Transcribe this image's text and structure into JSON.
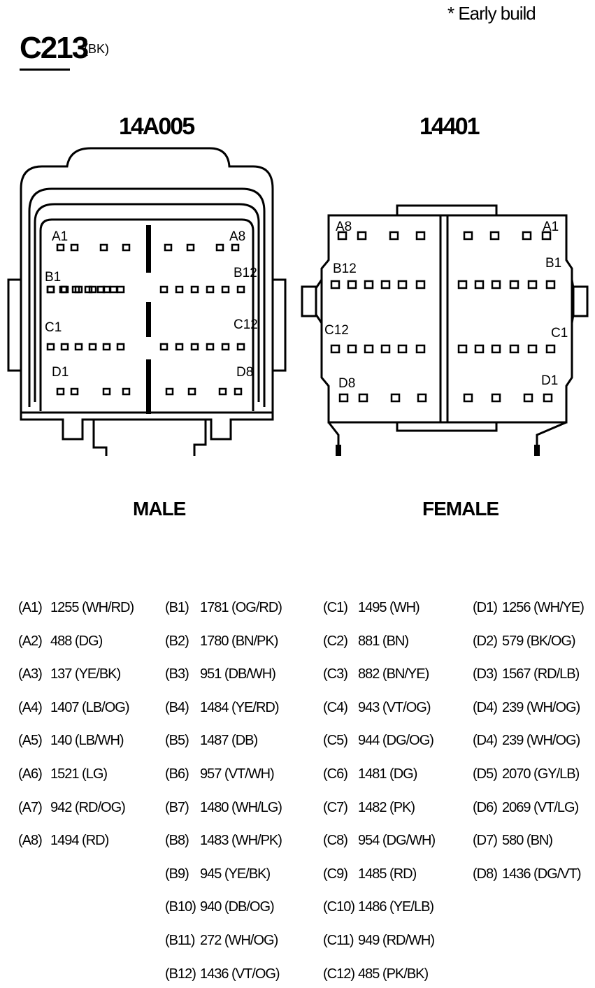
{
  "note": "* Early build",
  "connector": {
    "id": "C213",
    "color": "(BK)"
  },
  "views": {
    "male": {
      "part_number": "14A005",
      "label": "MALE"
    },
    "female": {
      "part_number": "14401",
      "label": "FEMALE"
    }
  },
  "face_labels": {
    "male": [
      "A1",
      "A8",
      "B1",
      "B12",
      "C1",
      "C12",
      "D1",
      "D8"
    ],
    "female": [
      "A8",
      "A1",
      "B12",
      "B1",
      "C12",
      "C1",
      "D8",
      "D1"
    ]
  },
  "pinout": {
    "A": [
      [
        "(A1)",
        "1255 (WH/RD)"
      ],
      [
        "(A2)",
        "488 (DG)"
      ],
      [
        "(A3)",
        "137 (YE/BK)"
      ],
      [
        "(A4)",
        "1407 (LB/OG)"
      ],
      [
        "(A5)",
        "140 (LB/WH)"
      ],
      [
        "(A6)",
        "1521 (LG)"
      ],
      [
        "(A7)",
        "942 (RD/OG)"
      ],
      [
        "(A8)",
        "1494 (RD)"
      ]
    ],
    "B": [
      [
        "(B1)",
        "1781 (OG/RD)"
      ],
      [
        "(B2)",
        "1780 (BN/PK)"
      ],
      [
        "(B3)",
        "951 (DB/WH)"
      ],
      [
        "(B4)",
        "1484 (YE/RD)"
      ],
      [
        "(B5)",
        "1487 (DB)"
      ],
      [
        "(B6)",
        "957 (VT/WH)"
      ],
      [
        "(B7)",
        "1480 (WH/LG)"
      ],
      [
        "(B8)",
        "1483 (WH/PK)"
      ],
      [
        "(B9)",
        "945 (YE/BK)"
      ],
      [
        "(B10)",
        "940 (DB/OG)"
      ],
      [
        "(B11)",
        "272 (WH/OG)"
      ],
      [
        "(B12)",
        "1436 (VT/OG)"
      ]
    ],
    "C": [
      [
        "(C1)",
        "1495 (WH)"
      ],
      [
        "(C2)",
        "881 (BN)"
      ],
      [
        "(C3)",
        "882 (BN/YE)"
      ],
      [
        "(C4)",
        "943 (VT/OG)"
      ],
      [
        "(C5)",
        "944 (DG/OG)"
      ],
      [
        "(C6)",
        "1481 (DG)"
      ],
      [
        "(C7)",
        "1482 (PK)"
      ],
      [
        "(C8)",
        "954 (DG/WH)"
      ],
      [
        "(C9)",
        "1485 (RD)"
      ],
      [
        "(C10)",
        "1486 (YE/LB)"
      ],
      [
        "(C11)",
        "949 (RD/WH)"
      ],
      [
        "(C12)",
        "485 (PK/BK)"
      ]
    ],
    "D": [
      [
        "(D1)",
        "1256 (WH/YE)"
      ],
      [
        "(D2)",
        "579 (BK/OG)"
      ],
      [
        "(D3)",
        "1567 (RD/LB)"
      ],
      [
        "(D4)",
        "239 (WH/OG)"
      ],
      [
        "(D4)",
        "239 (WH/OG)"
      ],
      [
        "(D5)",
        "2070 (GY/LB)"
      ],
      [
        "(D6)",
        "2069 (VT/LG)"
      ],
      [
        "(D7)",
        "580 (BN)"
      ],
      [
        "(D8)",
        "1436 (DG/VT)"
      ]
    ]
  }
}
